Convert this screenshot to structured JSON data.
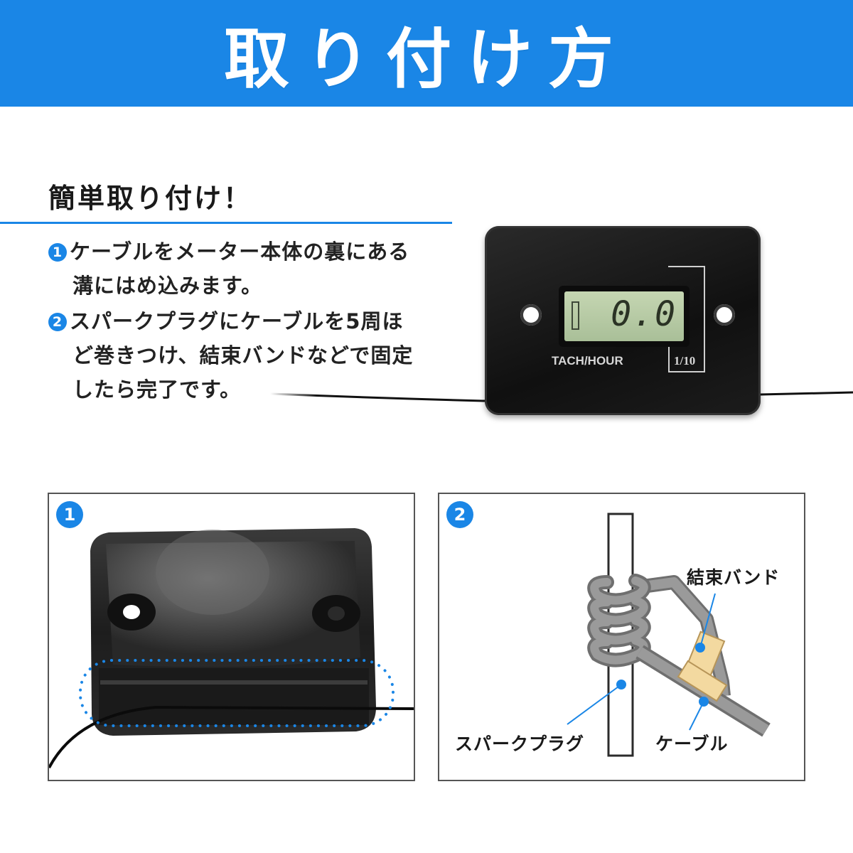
{
  "banner": {
    "title": "取り付け方",
    "color": "#1a86e6"
  },
  "intro": {
    "heading": "簡単取り付け！",
    "steps": [
      {
        "number": "1",
        "line1": "ケーブルをメーター本体の裏にある",
        "line2": "溝にはめ込みます。"
      },
      {
        "number": "2",
        "line1": "スパークプラグにケーブルを5周ほ",
        "line2": "ど巻きつけ、結束バンドなどで固定",
        "line3": "したら完了です。"
      }
    ]
  },
  "meter": {
    "display": "0.0",
    "label": "TACH/HOUR",
    "scale": "1/10"
  },
  "panels": [
    {
      "badge": "1"
    },
    {
      "badge": "2",
      "labels": {
        "band": "結束バンド",
        "plug": "スパークプラグ",
        "cable": "ケーブル"
      }
    }
  ],
  "colors": {
    "accent": "#1a86e6",
    "cable_gray": "#8a8a8a",
    "band_beige": "#f3d9a0"
  }
}
